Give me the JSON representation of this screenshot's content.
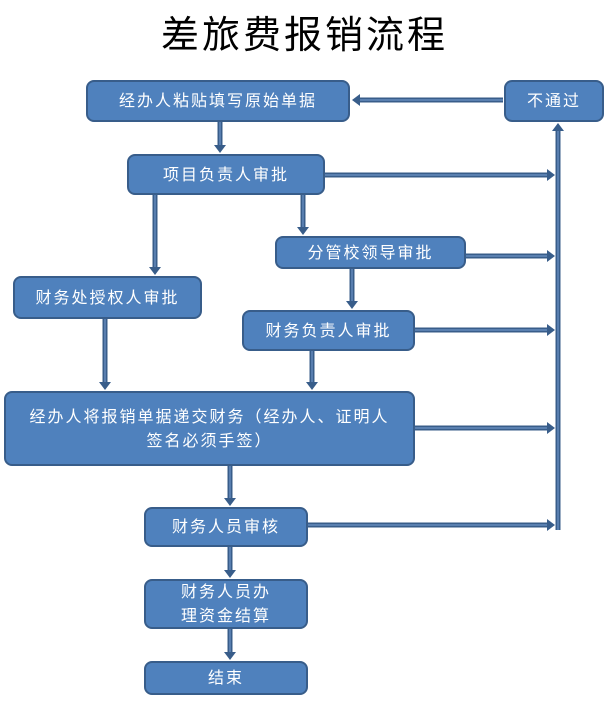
{
  "title": "差旅费报销流程",
  "nodes": {
    "fill_docs": "经办人粘贴填写原始单据",
    "reject": "不通过",
    "project_lead": "项目负责人审批",
    "school_leader": "分管校领导审批",
    "finance_authorized": "财务处授权人审批",
    "finance_head": "财务负责人审批",
    "submit": "经办人将报销单据递交财务（经办人、证明人签名必须手签）",
    "finance_review": "财务人员审核",
    "settlement": "财务人员办理资金结算",
    "end": "结束"
  },
  "colors": {
    "fill": "#4f81bd",
    "border": "#385d8a"
  }
}
